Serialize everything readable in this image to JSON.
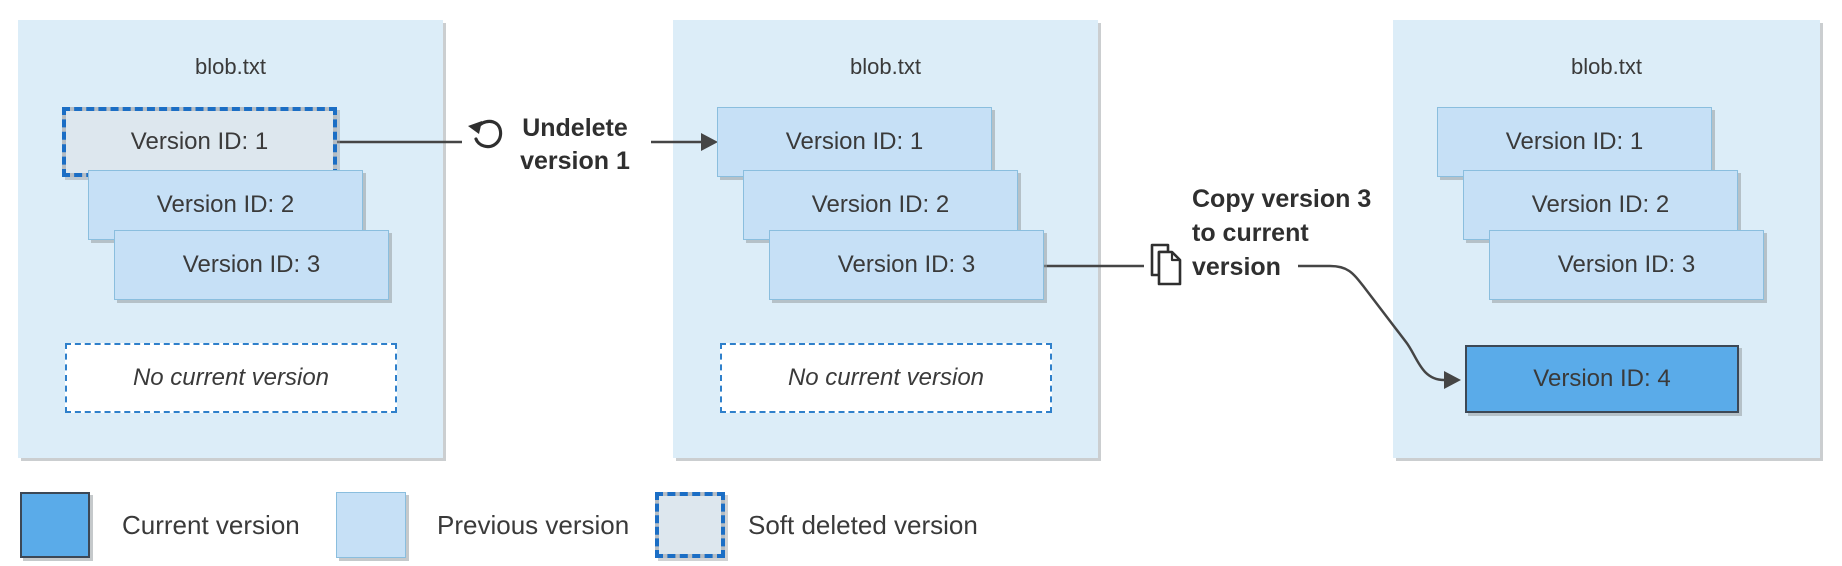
{
  "diagram": {
    "panels": [
      {
        "title": "blob.txt",
        "versions": [
          {
            "label": "Version ID: 1",
            "state": "soft-deleted"
          },
          {
            "label": "Version ID: 2",
            "state": "previous"
          },
          {
            "label": "Version ID: 3",
            "state": "previous"
          }
        ],
        "no_current_label": "No current version"
      },
      {
        "title": "blob.txt",
        "versions": [
          {
            "label": "Version ID: 1",
            "state": "previous"
          },
          {
            "label": "Version ID: 2",
            "state": "previous"
          },
          {
            "label": "Version ID: 3",
            "state": "previous"
          }
        ],
        "no_current_label": "No current version"
      },
      {
        "title": "blob.txt",
        "versions": [
          {
            "label": "Version ID: 1",
            "state": "previous"
          },
          {
            "label": "Version ID: 2",
            "state": "previous"
          },
          {
            "label": "Version ID: 3",
            "state": "previous"
          },
          {
            "label": "Version ID: 4",
            "state": "current"
          }
        ]
      }
    ],
    "annotations": [
      {
        "icon": "undo-icon",
        "label": "Undelete version 1"
      },
      {
        "icon": "copy-icon",
        "label": "Copy version 3 to current version"
      }
    ],
    "legend": [
      {
        "type": "current",
        "label": "Current version",
        "color": "#5aabe9"
      },
      {
        "type": "previous",
        "label": "Previous version",
        "color": "#c6e0f6"
      },
      {
        "type": "soft-deleted",
        "label": "Soft deleted version",
        "color": "#dde7ee"
      }
    ],
    "colors": {
      "panel_background": "#dcedf8",
      "previous_fill": "#c6e0f6",
      "current_fill": "#5aabe9",
      "soft_deleted_fill": "#dde7ee",
      "dashed_border_blue": "#1b6ec5",
      "connector_line": "#454545",
      "text": "#3a3a3a"
    }
  }
}
